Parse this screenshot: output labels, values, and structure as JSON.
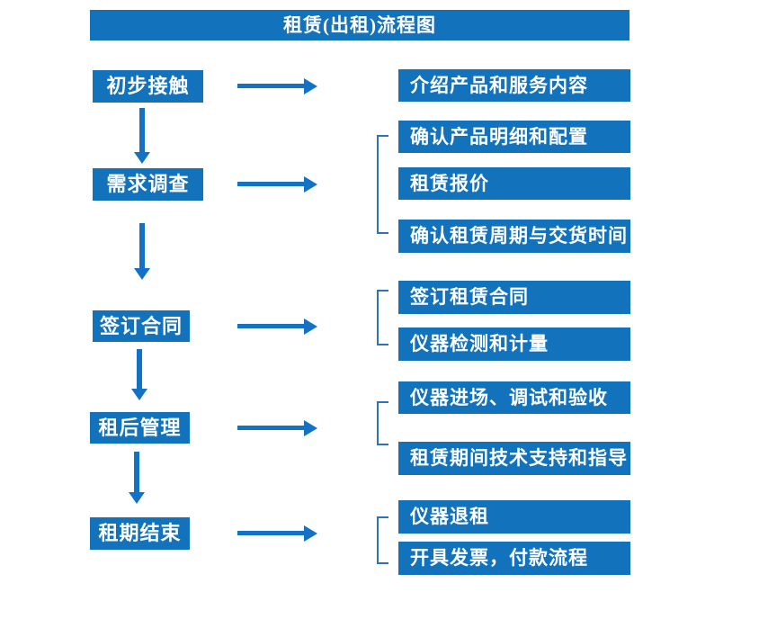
{
  "title": "租赁(出租)流程图",
  "colors": {
    "box_blue": "#1272BC",
    "arrow_blue": "#1372C4",
    "bracket_blue": "#2E74B5",
    "text_white": "#FFFFFF",
    "background": "#FFFFFF"
  },
  "steps": [
    {
      "label": "初步接触",
      "details": [
        "介绍产品和服务内容"
      ]
    },
    {
      "label": "需求调查",
      "details": [
        "确认产品明细和配置",
        "租赁报价",
        "确认租赁周期与交货时间"
      ]
    },
    {
      "label": "签订合同",
      "details": [
        "签订租赁合同",
        "仪器检测和计量"
      ]
    },
    {
      "label": "租后管理",
      "details": [
        "仪器进场、调试和验收",
        "租赁期间技术支持和指导"
      ]
    },
    {
      "label": "租期结束",
      "details": [
        "仪器退租",
        "开具发票，付款流程"
      ]
    }
  ]
}
